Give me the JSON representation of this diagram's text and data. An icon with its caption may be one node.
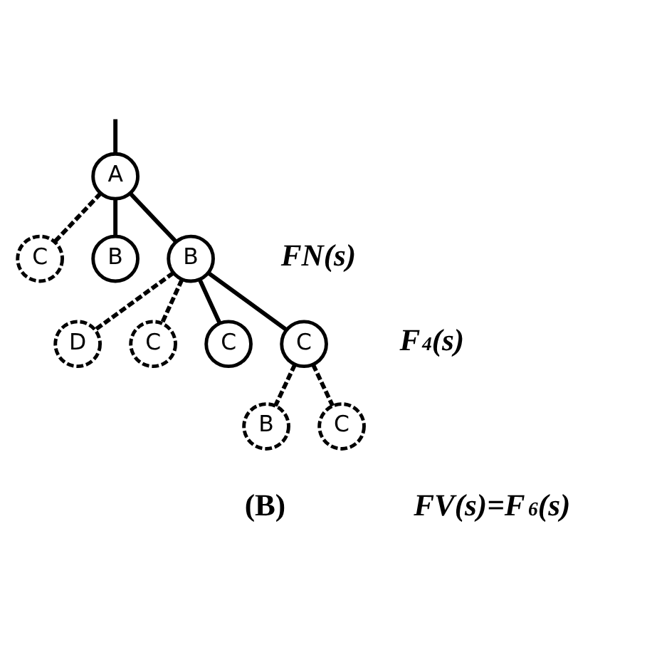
{
  "diagram": {
    "nodes": [
      {
        "text": [
          "A"
        ]
      },
      {
        "text": [
          "C"
        ]
      },
      {
        "text": [
          "B"
        ]
      },
      {
        "text": [
          "B"
        ]
      },
      {
        "text": [
          "D"
        ]
      },
      {
        "text": [
          "C"
        ]
      },
      {
        "text": [
          "C"
        ]
      },
      {
        "text": [
          "C"
        ]
      },
      {
        "text": [
          "B"
        ]
      },
      {
        "text": [
          "C"
        ]
      }
    ],
    "edges": [
      {
        "from": null,
        "to": 0,
        "arrow": "none"
      },
      {
        "from": 0,
        "to": 1,
        "arrow": "none",
        "style": "dashed"
      },
      {
        "from": 0,
        "to": 2,
        "arrow": "none"
      },
      {
        "from": 0,
        "to": 3,
        "arrow": "none"
      },
      {
        "from": 3,
        "to": 4,
        "arrow": "none",
        "style": "dashed"
      },
      {
        "from": 3,
        "to": 5,
        "arrow": "none",
        "style": "dashed"
      },
      {
        "from": 3,
        "to": 6,
        "arrow": "none"
      },
      {
        "from": 3,
        "to": 7,
        "arrow": "none"
      },
      {
        "from": 7,
        "to": 8,
        "arrow": "none",
        "style": "dashed"
      },
      {
        "from": 7,
        "to": 9,
        "arrow": "none",
        "style": "dashed"
      }
    ],
    "labels": [
      "FN(s)",
      "F$_{4}$(s)",
      "(B)",
      "FV(s)=F$_{6}$(s)"
    ]
  }
}
